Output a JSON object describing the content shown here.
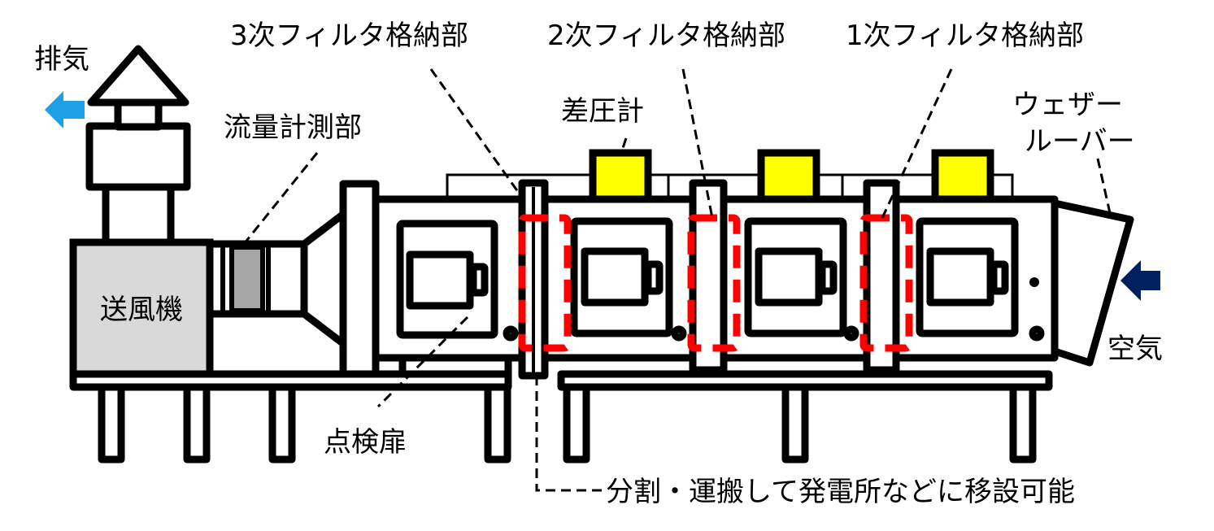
{
  "labels": {
    "exhaust": "排気",
    "flow_measurement": "流量計測部",
    "blower": "送風機",
    "tertiary_filter": "3次フィルタ格納部",
    "secondary_filter": "2次フィルタ格納部",
    "primary_filter": "1次フィルタ格納部",
    "differential_pressure_gauge": "差圧計",
    "weather_louver_line1": "ウェザー",
    "weather_louver_line2": "ルーバー",
    "air": "空気",
    "inspection_door": "点検扉",
    "relocatable_note": "分割・運搬して発電所などに移設可能"
  },
  "colors": {
    "exhaust_arrow": "#1ea0e6",
    "intake_arrow": "#002060",
    "gauge": "#ffff00",
    "filter_outline": "#ff0000",
    "blower_fill": "#d9d9d9",
    "flow_meter_fill": "#a6a6a6"
  }
}
